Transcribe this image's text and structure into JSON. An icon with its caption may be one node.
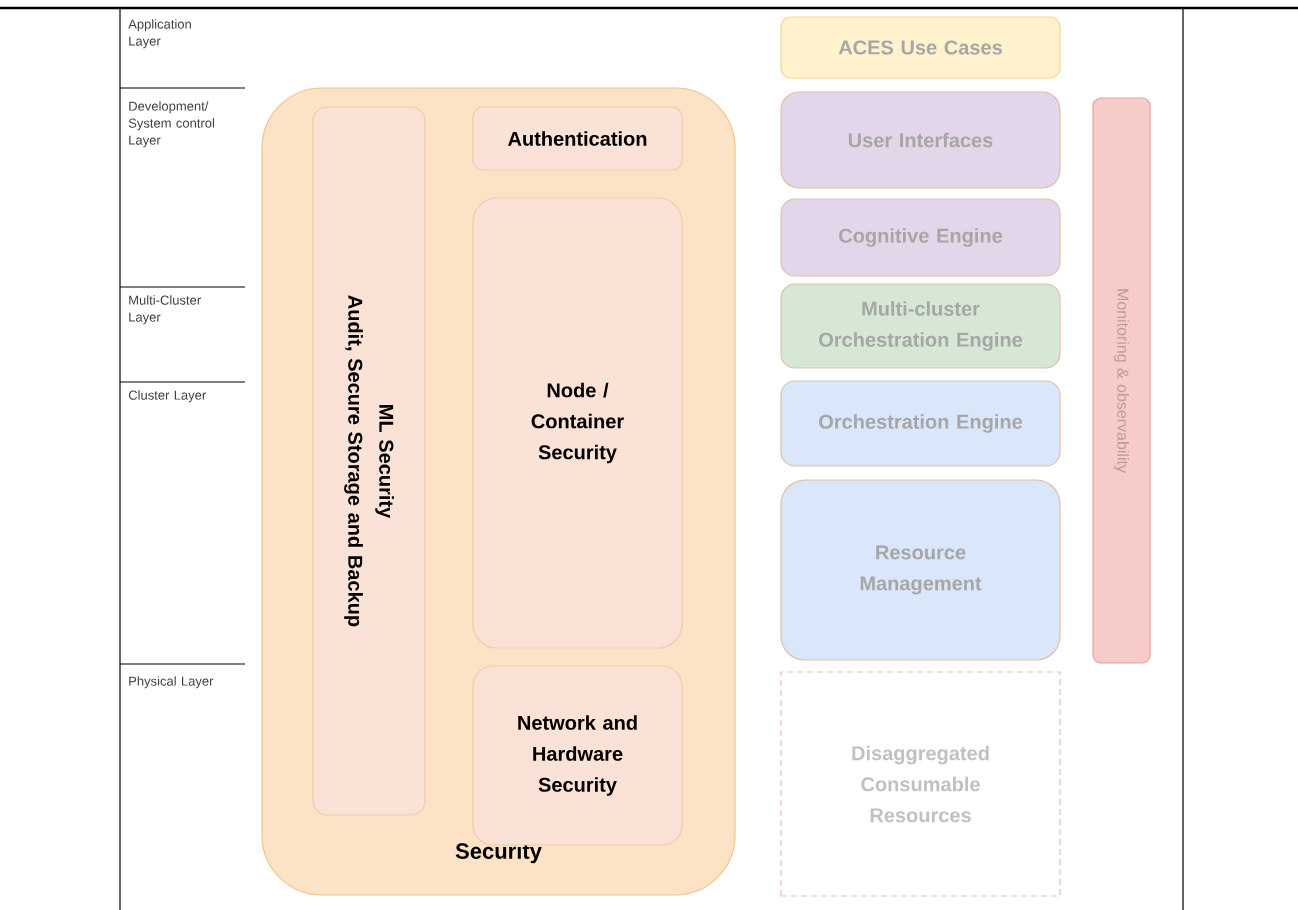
{
  "diagram": {
    "nodes": [
      {
        "text": [
          "Security"
        ]
      },
      {
        "text": [
          "ML Security",
          "Audit, Secure Storage and Backup"
        ],
        "in": 0
      },
      {
        "text": [
          "Authentication"
        ],
        "in": 0
      },
      {
        "text": [
          "Node / Container Security"
        ],
        "in": 0
      },
      {
        "text": [
          "Network and Hardware Security"
        ],
        "in": 0
      },
      {
        "text": [
          "ACES Use Cases"
        ]
      },
      {
        "text": [
          "User Interfaces"
        ]
      },
      {
        "text": [
          "Cognitive Engine"
        ]
      },
      {
        "text": [
          "Multi-cluster Orchestration Engine"
        ]
      },
      {
        "text": [
          "Orchestration Engine"
        ]
      },
      {
        "text": [
          "Resource Management"
        ]
      },
      {
        "text": [
          "Disaggregated Consumable Resources"
        ]
      },
      {
        "text": [
          "Monitoring & observability"
        ]
      }
    ],
    "labels": [
      "Application Layer",
      "Development/ System control Layer",
      "Multi-Cluster Layer",
      "Cluster Layer",
      "Physical Layer"
    ]
  }
}
